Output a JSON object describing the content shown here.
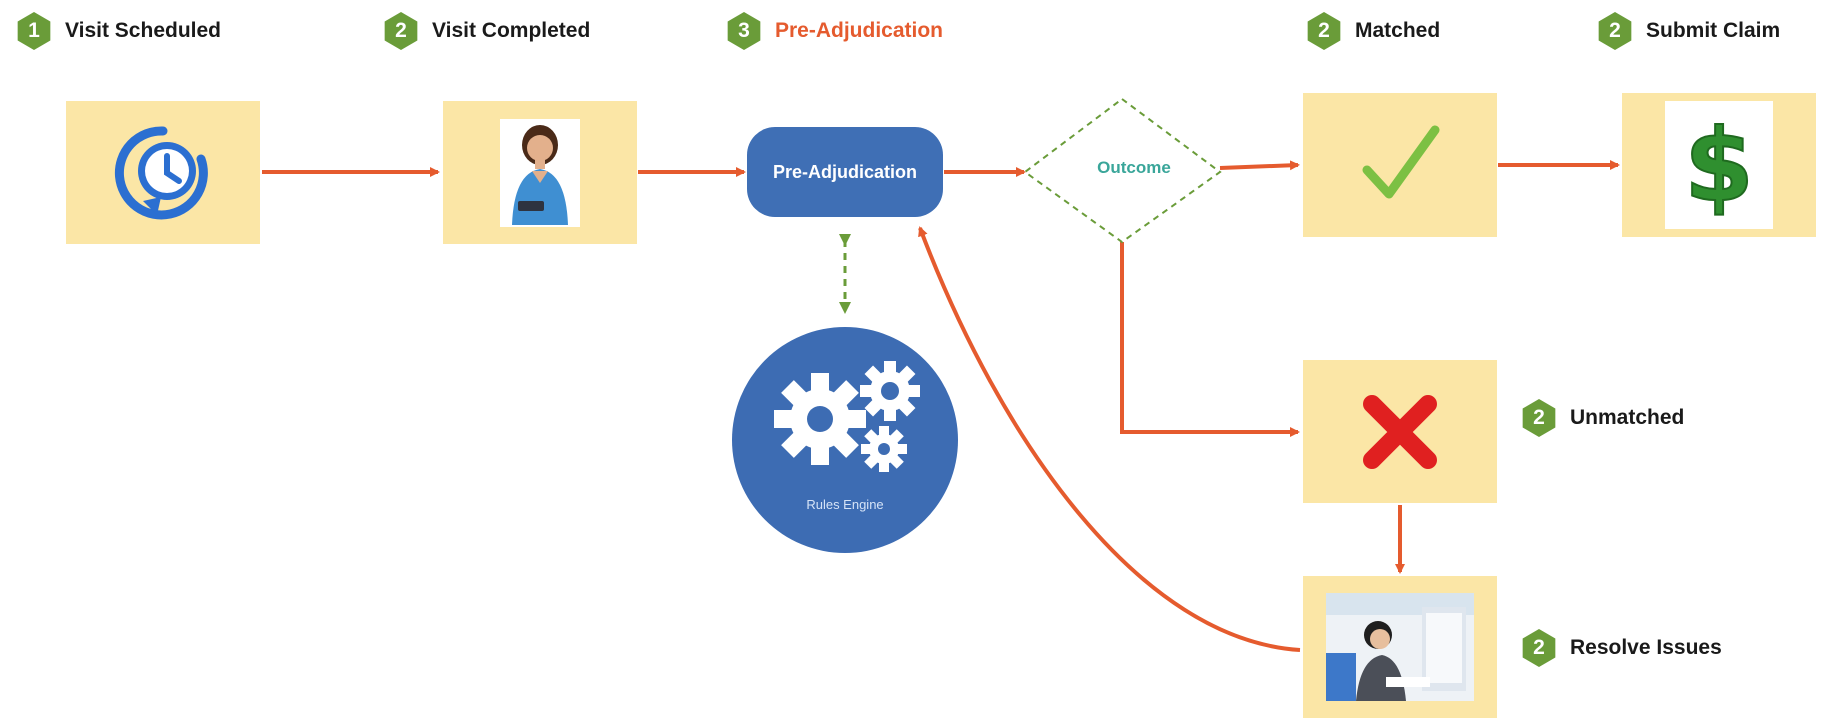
{
  "steps": [
    {
      "number": "1",
      "title": "Visit Scheduled"
    },
    {
      "number": "2",
      "title": "Visit Completed"
    },
    {
      "number": "3",
      "title": "Pre-Adjudication"
    },
    {
      "number": "2",
      "title": "Matched"
    },
    {
      "number": "2",
      "title": "Submit Claim"
    },
    {
      "number": "2",
      "title": "Unmatched"
    },
    {
      "number": "2",
      "title": "Resolve Issues"
    }
  ],
  "nodes": {
    "pre_adjudication": "Pre-Adjudication",
    "outcome": "Outcome",
    "rules_engine": "Rules Engine"
  },
  "icons": {
    "scheduled": "clock-icon",
    "completed": "nurse-image",
    "matched": "checkmark-icon",
    "claim": "dollar-icon",
    "unmatched": "x-icon",
    "resolve": "office-worker-image",
    "engine": "gears-icon"
  },
  "colors": {
    "badge": "#6a9c39",
    "box": "#fbe6a6",
    "arrow": "#e55b2e",
    "node": "#3f6fb5",
    "dashed": "#6a9c39",
    "outcome_text": "#3aa69a",
    "check": "#7cc043",
    "x_mark": "#e02020",
    "dollar": "#2f8f2f"
  }
}
